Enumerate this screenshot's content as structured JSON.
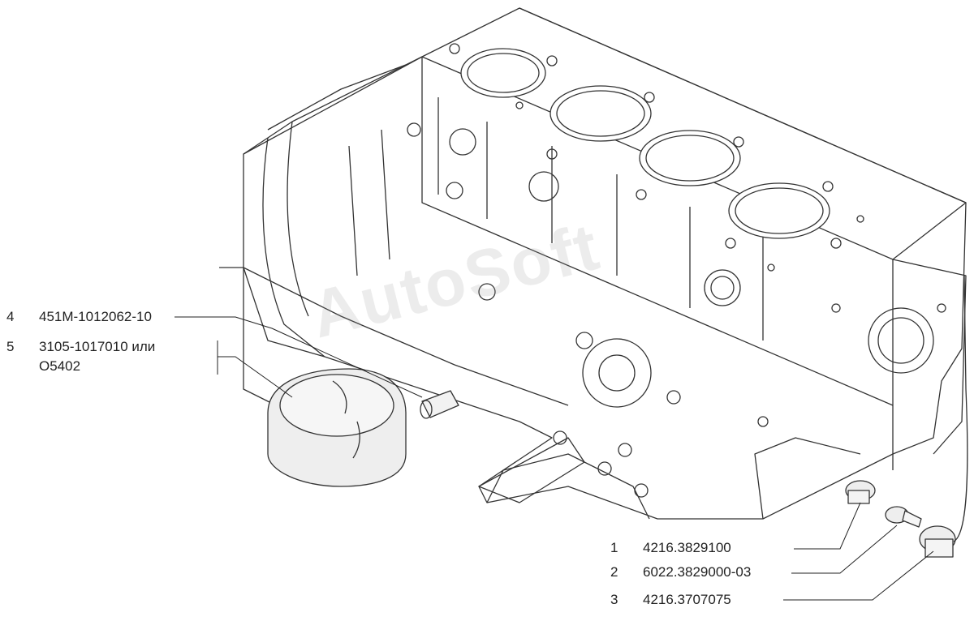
{
  "watermark": "AutoSoft",
  "callouts": [
    {
      "num": "4",
      "part": "451M-1012062-10"
    },
    {
      "num": "5",
      "part": "3105-1017010 или",
      "part2": "O5402"
    },
    {
      "num": "1",
      "part": "4216.3829100"
    },
    {
      "num": "2",
      "part": "6022.3829000-03"
    },
    {
      "num": "3",
      "part": "4216.3707075"
    }
  ]
}
